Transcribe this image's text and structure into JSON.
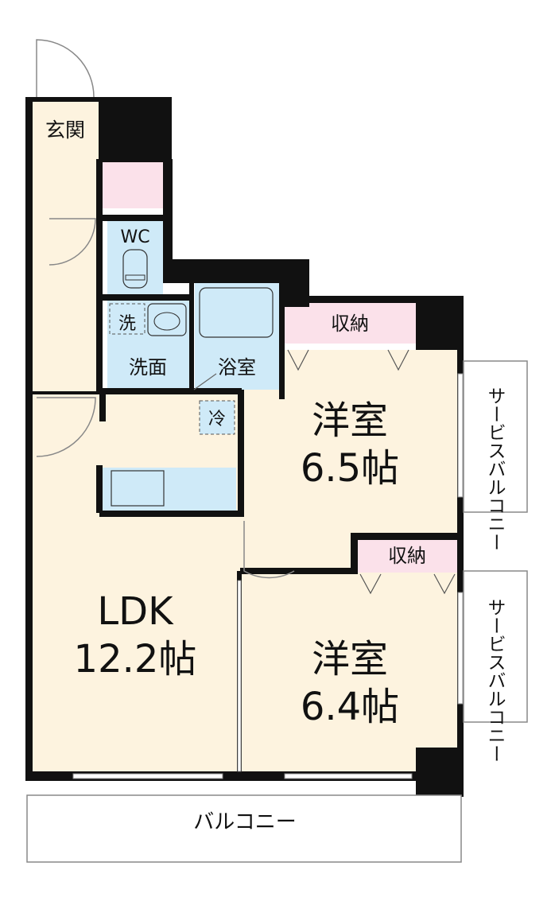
{
  "labels": {
    "genkan": "玄関",
    "wc": "WC",
    "sentaku": "洗",
    "senmen": "洗面",
    "yokushitsu": "浴室",
    "rei": "冷",
    "shuno_1": "収納",
    "shuno_2": "収納",
    "room1_name": "洋室",
    "room1_size": "6.5帖",
    "room2_name": "洋室",
    "room2_size": "6.4帖",
    "ldk_name": "LDK",
    "ldk_size": "12.2帖",
    "balcony": "バルコニー",
    "service_balcony_1": "サービスバルコニー",
    "service_balcony_2": "サービスバルコニー"
  },
  "colors": {
    "floor": "#fdf3df",
    "wet": "#cfeaf8",
    "storage": "#fbe1ea",
    "wall": "#111111",
    "outline": "#8a8a8a"
  }
}
